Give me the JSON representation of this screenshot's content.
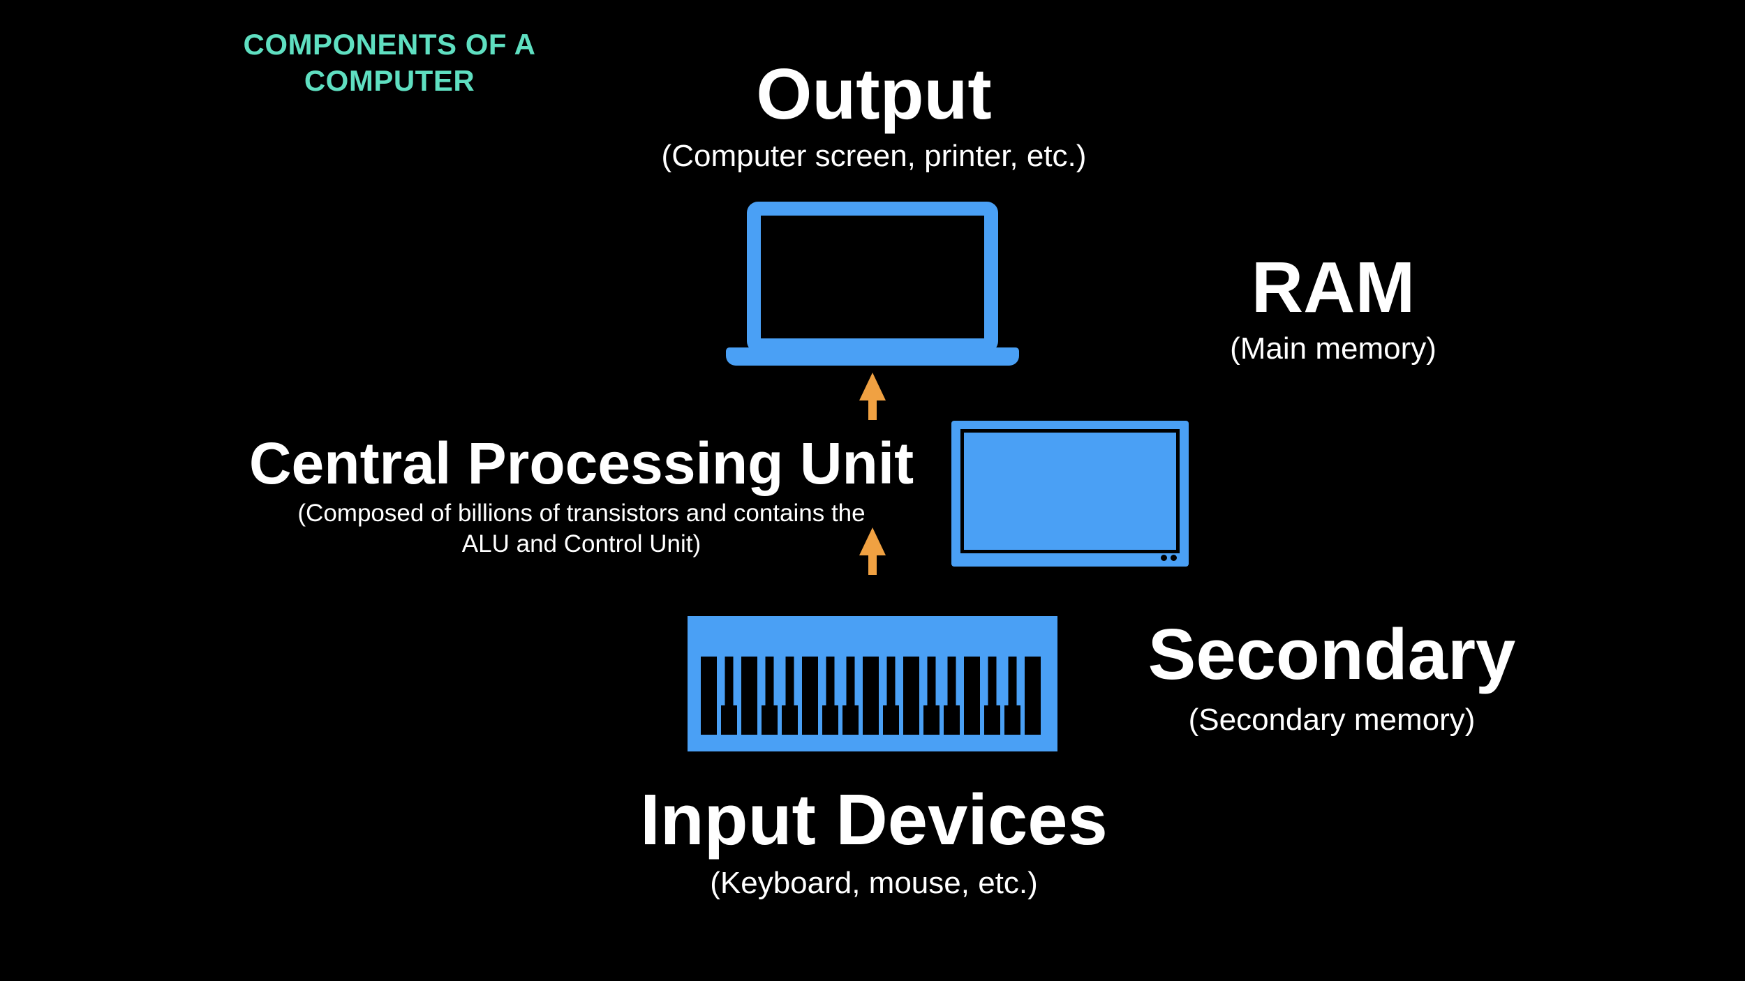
{
  "slide_title": "COMPONENTS OF A COMPUTER",
  "colors": {
    "background": "#000000",
    "teal": "#5FDFC1",
    "blue": "#4AA0F5",
    "orange": "#F0A142",
    "text": "#FFFFFF"
  },
  "nodes": {
    "output": {
      "label": "Output",
      "sublabel": "(Computer screen, printer, etc.)"
    },
    "ram": {
      "label": "RAM",
      "sublabel": "(Main memory)"
    },
    "cpu": {
      "label": "Central Processing Unit",
      "sublabel": "(Composed of billions of transistors and contains the ALU and Control Unit)"
    },
    "secondary": {
      "label": "Secondary",
      "sublabel": "(Secondary memory)"
    },
    "input": {
      "label": "Input Devices",
      "sublabel": "(Keyboard, mouse, etc.)"
    }
  },
  "icons": {
    "laptop": "laptop-output-device",
    "monitor": "monitor-main-memory",
    "keyboard": "piano-keyboard-input-device",
    "arrow": "orange-up-arrow"
  }
}
